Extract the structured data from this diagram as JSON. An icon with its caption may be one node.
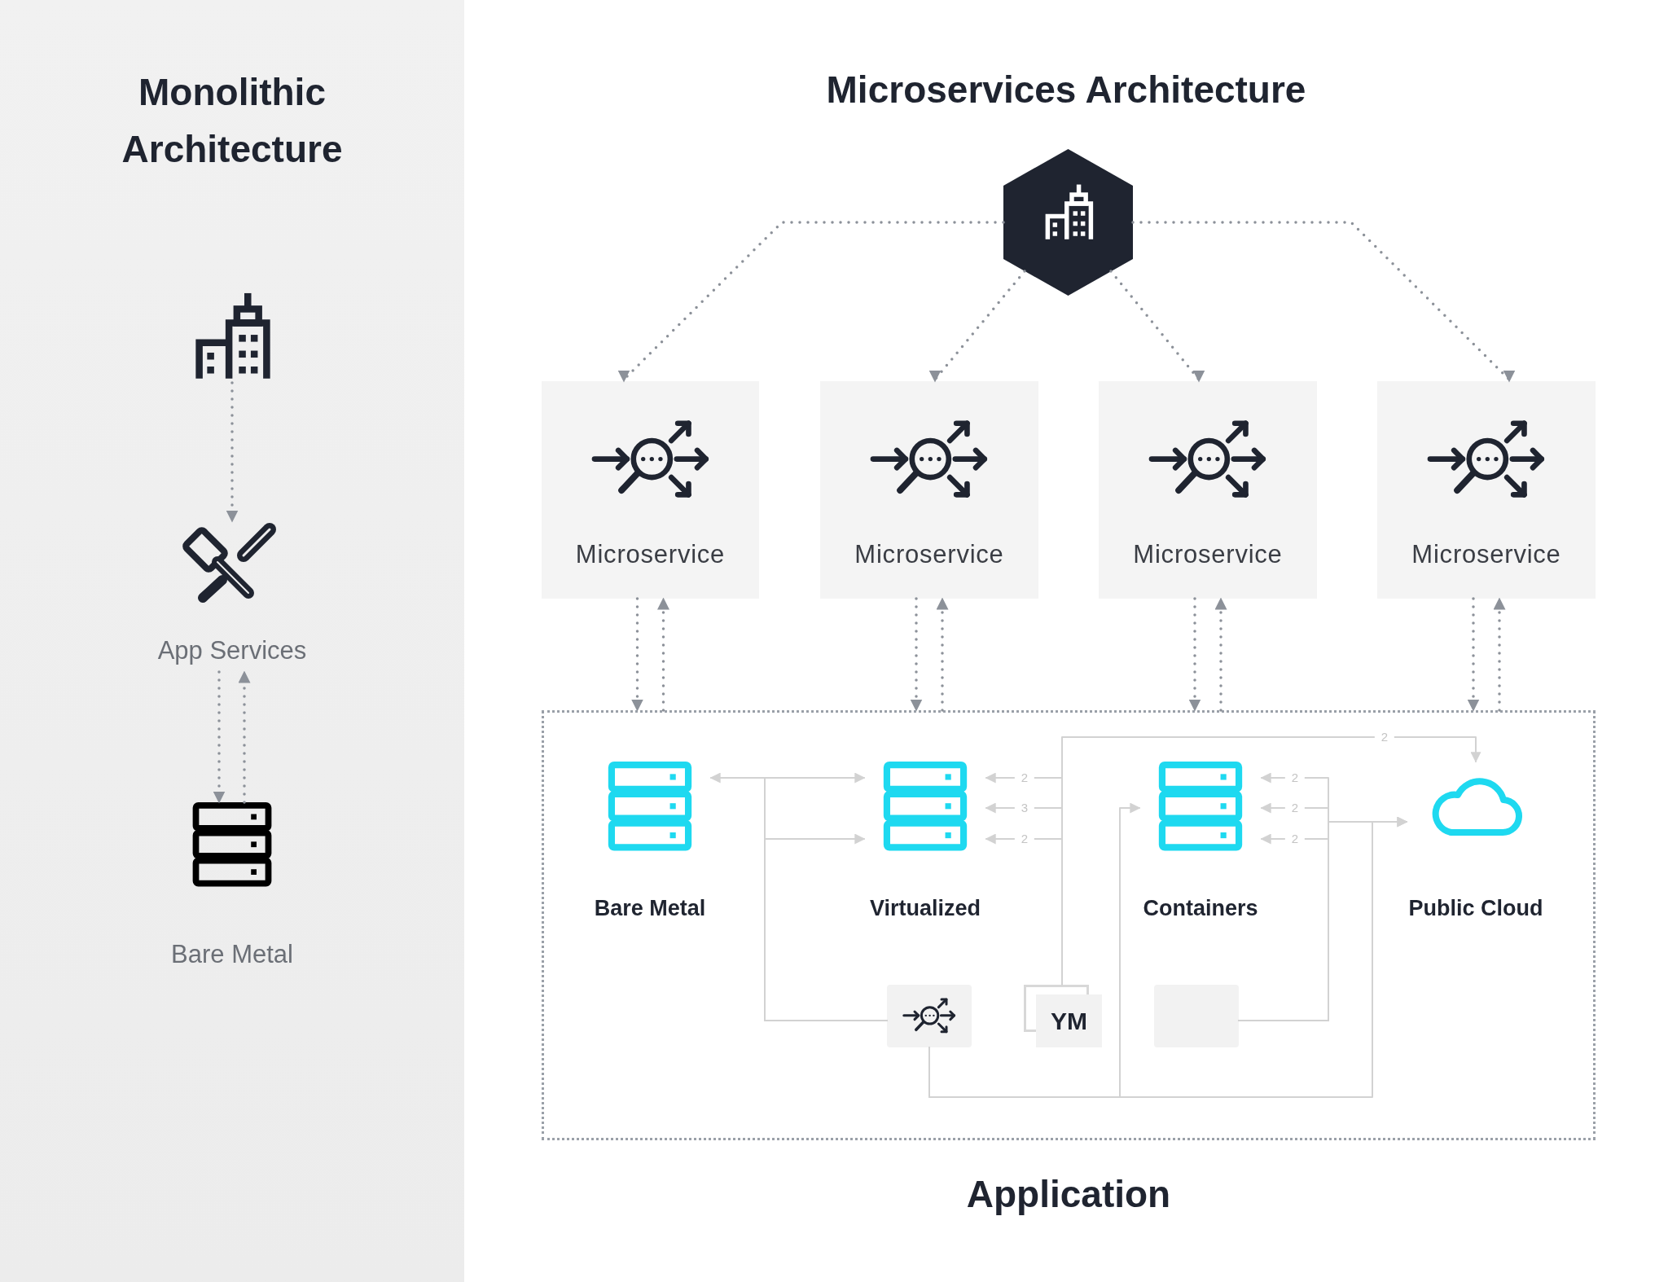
{
  "diagram": {
    "title": "Microservices Architecture",
    "nodes": [
      {
        "text": [
          "Monolithic Architecture"
        ]
      },
      {
        "text": [],
        "shape": "building",
        "in": 0
      },
      {
        "text": [
          "App Services"
        ],
        "in": 0
      },
      {
        "text": [
          "Bare Metal"
        ],
        "in": 0
      },
      {
        "text": [],
        "shape": "hexagon"
      },
      {
        "text": [
          "Microservice"
        ]
      },
      {
        "text": [
          "Microservice"
        ]
      },
      {
        "text": [
          "Microservice"
        ]
      },
      {
        "text": [
          "Microservice"
        ]
      },
      {
        "text": [
          "Application"
        ]
      },
      {
        "text": [
          "Bare Metal"
        ],
        "in": 9
      },
      {
        "text": [
          "Virtualized"
        ],
        "in": 9
      },
      {
        "text": [
          "Containers"
        ],
        "in": 9
      },
      {
        "text": [
          "Public Cloud"
        ],
        "in": 9
      },
      {
        "text": [],
        "shape": "box",
        "in": 9
      },
      {
        "text": [
          "YM"
        ],
        "in": 9
      },
      {
        "text": [],
        "shape": "box",
        "in": 9
      }
    ],
    "edges": [
      {
        "from": 1,
        "to": 2,
        "arrow": "to",
        "style": "dashed"
      },
      {
        "from": 2,
        "to": 3,
        "arrow": "to",
        "style": "dashed"
      },
      {
        "from": 3,
        "to": 2,
        "arrow": "to",
        "style": "dashed"
      },
      {
        "from": 4,
        "to": 5,
        "arrow": "to",
        "style": "dashed"
      },
      {
        "from": 4,
        "to": 6,
        "arrow": "to",
        "style": "dashed"
      },
      {
        "from": 4,
        "to": 7,
        "arrow": "to",
        "style": "dashed"
      },
      {
        "from": 4,
        "to": 8,
        "arrow": "to",
        "style": "dashed"
      },
      {
        "from": 5,
        "to": 9,
        "arrow": "to",
        "style": "dashed"
      },
      {
        "from": 9,
        "to": 5,
        "arrow": "to",
        "style": "dashed"
      },
      {
        "from": 6,
        "to": 9,
        "arrow": "to",
        "style": "dashed"
      },
      {
        "from": 9,
        "to": 6,
        "arrow": "to",
        "style": "dashed"
      },
      {
        "from": 7,
        "to": 9,
        "arrow": "to",
        "style": "dashed"
      },
      {
        "from": 9,
        "to": 7,
        "arrow": "to",
        "style": "dashed"
      },
      {
        "from": 8,
        "to": 9,
        "arrow": "to",
        "style": "dashed"
      },
      {
        "from": 9,
        "to": 8,
        "arrow": "to",
        "style": "dashed"
      },
      {
        "from": 14,
        "to": 10,
        "arrow": "to",
        "color": "#d2d2d2"
      },
      {
        "from": 14,
        "to": 11,
        "arrow": "to",
        "color": "#d2d2d2"
      },
      {
        "from": 14,
        "to": 11,
        "arrow": "to",
        "color": "#d2d2d2"
      },
      {
        "from": 15,
        "to": 11,
        "arrow": "to",
        "label": "2",
        "color": "#d2d2d2"
      },
      {
        "from": 15,
        "to": 11,
        "arrow": "to",
        "label": "3",
        "color": "#d2d2d2"
      },
      {
        "from": 15,
        "to": 11,
        "arrow": "to",
        "label": "2",
        "color": "#d2d2d2"
      },
      {
        "from": 15,
        "to": 13,
        "arrow": "to",
        "label": "2",
        "color": "#d2d2d2"
      },
      {
        "from": 16,
        "to": 12,
        "arrow": "to",
        "label": "2",
        "color": "#d2d2d2"
      },
      {
        "from": 16,
        "to": 12,
        "arrow": "to",
        "label": "2",
        "color": "#d2d2d2"
      },
      {
        "from": 16,
        "to": 12,
        "arrow": "to",
        "label": "2",
        "color": "#d2d2d2"
      },
      {
        "from": 16,
        "to": 13,
        "arrow": "to",
        "color": "#d2d2d2"
      },
      {
        "from": 14,
        "to": 12,
        "arrow": "to",
        "color": "#d2d2d2"
      },
      {
        "from": 14,
        "to": 13,
        "arrow": "to",
        "color": "#d2d2d2"
      }
    ]
  }
}
